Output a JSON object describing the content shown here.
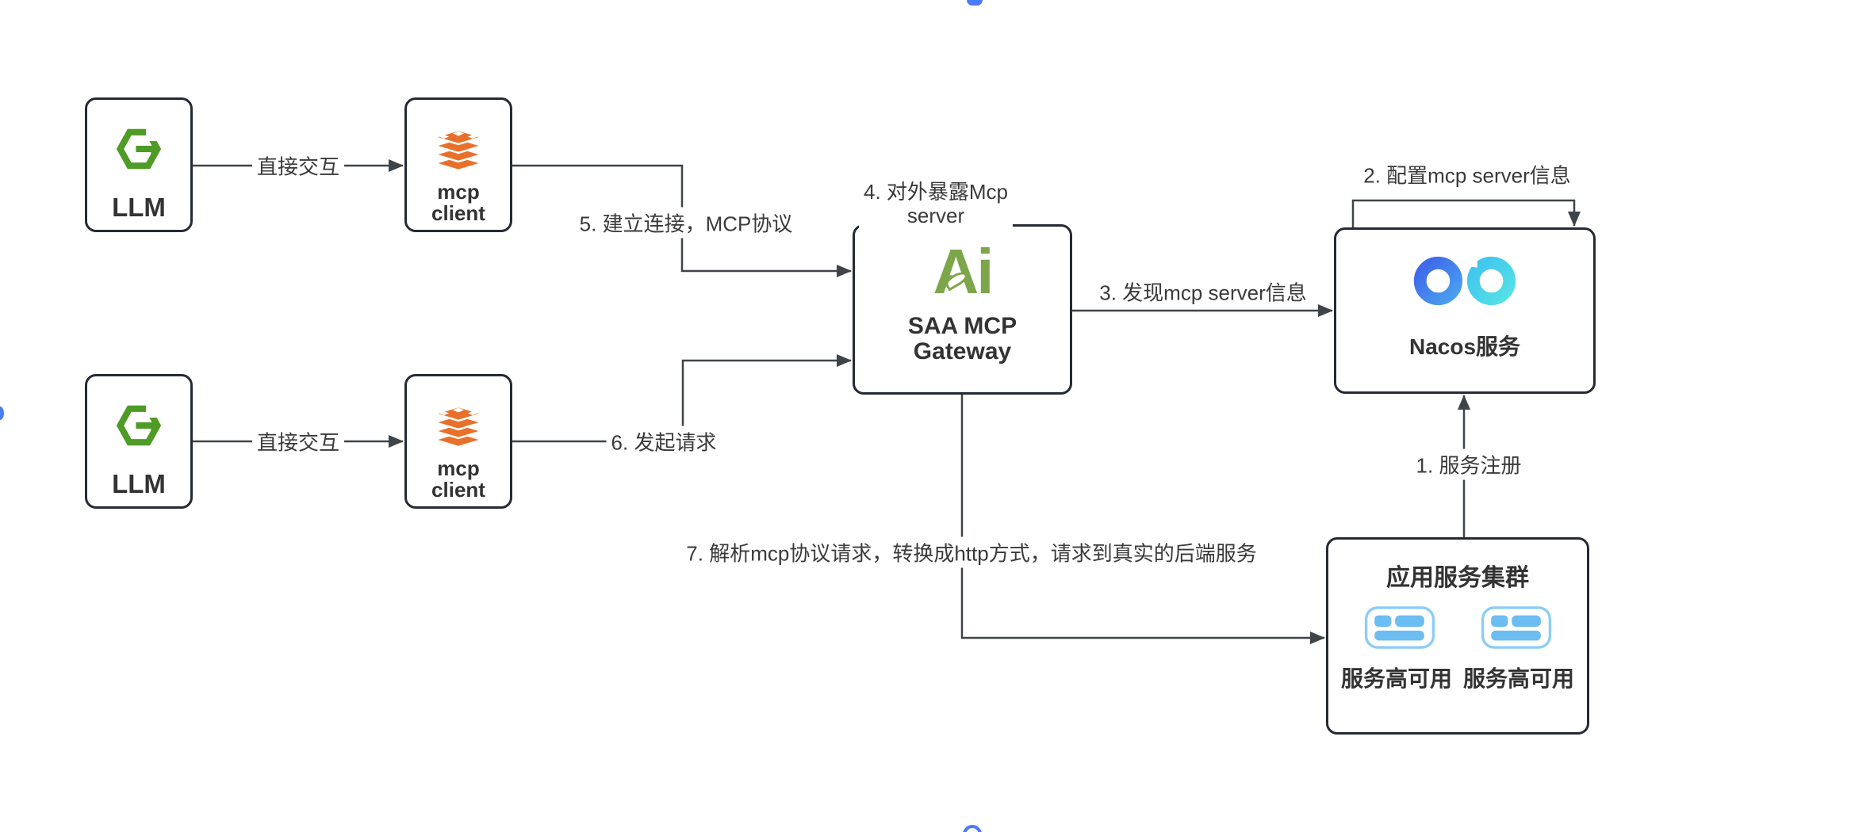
{
  "canvas": {
    "background": "#ffffff"
  },
  "nodes": {
    "llm_top": {
      "label": "LLM"
    },
    "mcp_client_top": {
      "line1": "mcp",
      "line2": "client"
    },
    "llm_bottom": {
      "label": "LLM"
    },
    "mcp_client_bottom": {
      "line1": "mcp",
      "line2": "client"
    },
    "gateway": {
      "line1": "SAA MCP",
      "line2": "Gateway"
    },
    "nacos": {
      "label": "Nacos服务"
    },
    "app_cluster": {
      "title": "应用服务集群",
      "node1_label": "服务高可用",
      "node2_label": "服务高可用"
    }
  },
  "edge_labels": {
    "llm_top_to_mcp": "直接交互",
    "llm_bottom_to_mcp": "直接交互",
    "step1": "1. 服务注册",
    "step2": "2. 配置mcp server信息",
    "step3": "3. 发现mcp server信息",
    "step4_line1": "4. 对外暴露Mcp",
    "step4_line2": "server",
    "step5": "5. 建立连接，MCP协议",
    "step6": "6. 发起请求",
    "step7": "7. 解析mcp协议请求，转换成http方式，请求到真实的后端服务"
  },
  "icons": {
    "llm": "hexagon-g-icon",
    "mcp_client": "layers-stack-icon",
    "gateway": "ai-leaf-icon",
    "nacos": "infinity-icon",
    "app_cluster": "service-node-icon"
  },
  "colors": {
    "box_border": "#252a33",
    "connector": "#3f4448",
    "label_text": "#3a3a3a",
    "llm_green": "#4e9b26",
    "mcp_orange": "#e8702a",
    "ai_green": "#7da64b",
    "nacos_blue": "#3e63e9",
    "nacos_cyan": "#41d0ec",
    "service_blue": "#6cbdf1",
    "service_blue_border": "#8ccdf7",
    "artifact_blue": "#4b7bf5"
  }
}
